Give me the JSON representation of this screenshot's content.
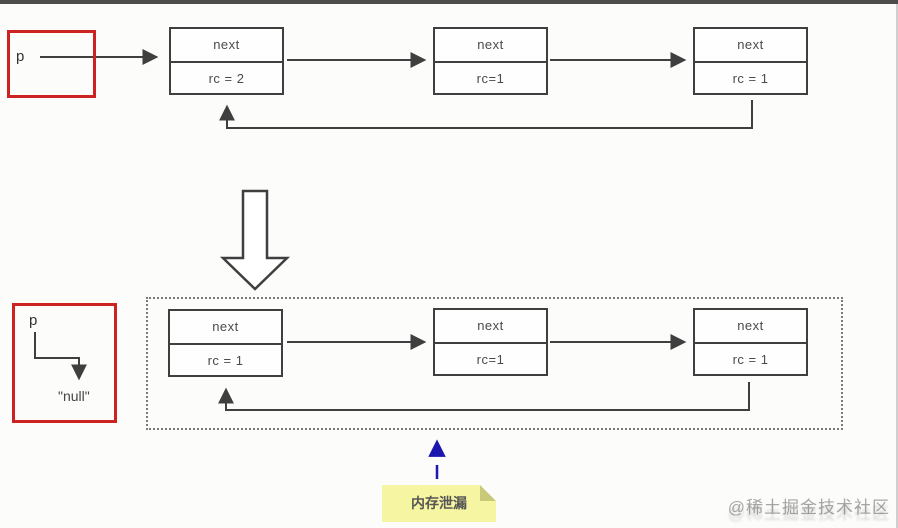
{
  "diagram": {
    "top_pointer": {
      "label": "p"
    },
    "bottom_pointer": {
      "label": "p",
      "target": "\"null\""
    },
    "top_row": {
      "nodes": [
        {
          "field": "next",
          "rc": "rc = 2"
        },
        {
          "field": "next",
          "rc": "rc=1"
        },
        {
          "field": "next",
          "rc": "rc = 1"
        }
      ]
    },
    "bottom_row": {
      "nodes": [
        {
          "field": "next",
          "rc": "rc = 1"
        },
        {
          "field": "next",
          "rc": "rc=1"
        },
        {
          "field": "next",
          "rc": "rc = 1"
        }
      ]
    },
    "note": {
      "label": "内存泄漏"
    },
    "watermark": "@稀土掘金技术社区",
    "colors": {
      "accent-red": "#cc2222",
      "accent-blue": "#1b16ad",
      "note-bg": "#f5f5a2",
      "note-fold": "#c9c97a",
      "line": "#3f3f3f",
      "background": "#fcfdfa"
    }
  }
}
